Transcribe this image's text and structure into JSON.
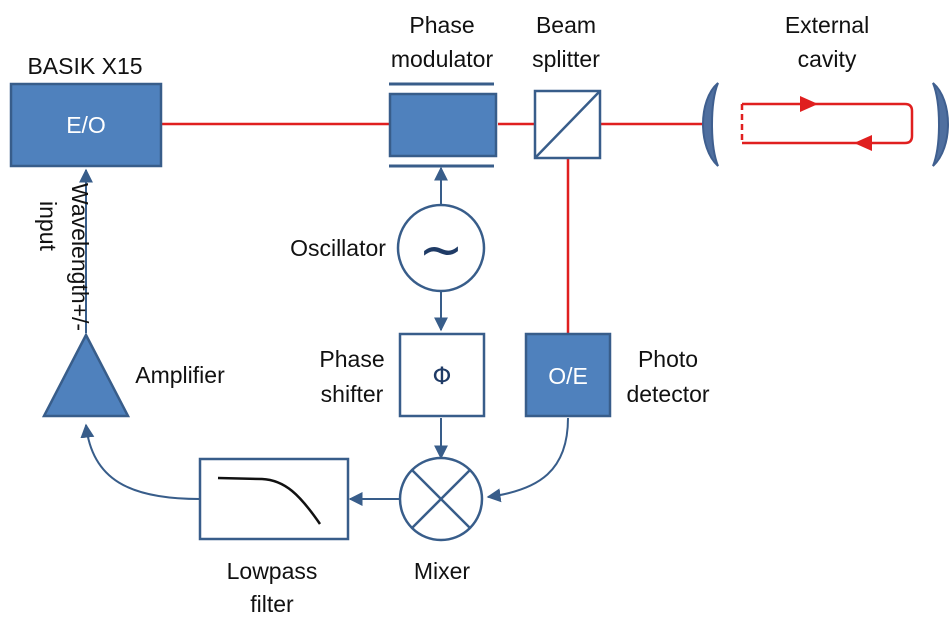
{
  "labels": {
    "laser_name": "BASIK X15",
    "laser_box": "E/O",
    "phase_modulator": [
      "Phase",
      "modulator"
    ],
    "beam_splitter": [
      "Beam",
      "splitter"
    ],
    "external_cavity": [
      "External",
      "cavity"
    ],
    "oscillator": "Oscillator",
    "oscillator_symbol": "~",
    "phase_shifter": [
      "Phase",
      "shifter"
    ],
    "phase_shifter_symbol": "Φ",
    "photo_detector_box": "O/E",
    "photo_detector": [
      "Photo",
      "detector"
    ],
    "amplifier": "Amplifier",
    "wavelength_input": [
      "Wavelength+/-",
      "input"
    ],
    "mixer": "Mixer",
    "lowpass_filter": [
      "Lowpass",
      "filter"
    ]
  },
  "colors": {
    "component_fill": "#4f81bd",
    "component_stroke": "#385d8a",
    "signal_line": "#385d8a",
    "laser_beam": "#e01f1f",
    "mirror": "#4f6f9f"
  }
}
